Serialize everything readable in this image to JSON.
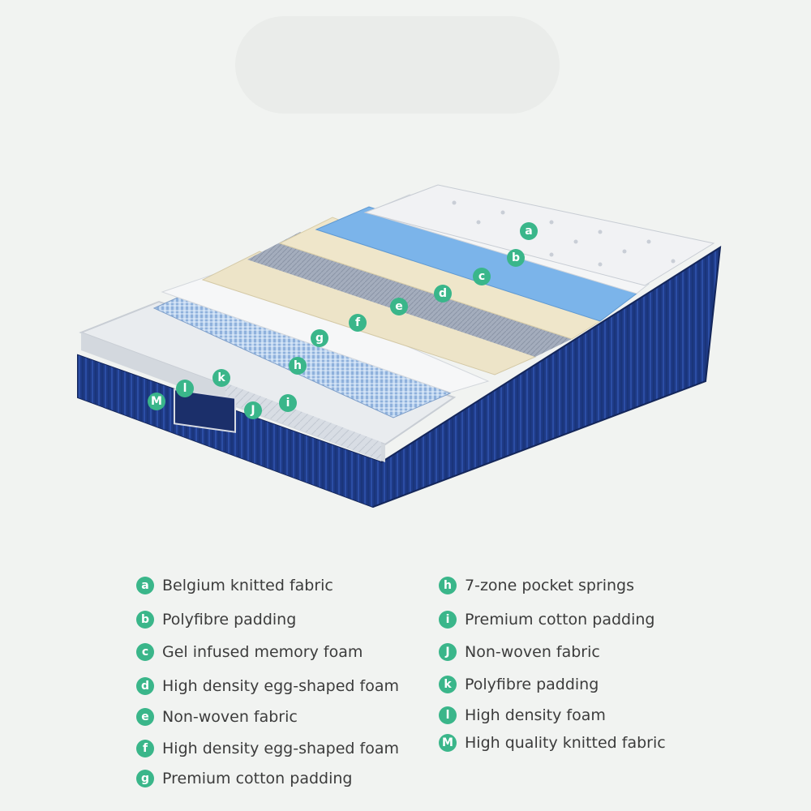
{
  "colors": {
    "marker": "#3ab68a",
    "marker_text": "#ffffff",
    "cover_blue": "#1e3a86",
    "memory_foam_blue": "#7bb4ea",
    "top_fabric": "#eef0f2",
    "egg_foam": "#ede4c8",
    "grey_fabric": "#9aa3b3",
    "springs": "#a9c7ea"
  },
  "layers": [
    {
      "letter": "a",
      "label": "Belgium knitted fabric"
    },
    {
      "letter": "b",
      "label": "Polyfibre padding"
    },
    {
      "letter": "c",
      "label": "Gel infused memory foam"
    },
    {
      "letter": "d",
      "label": "High density egg-shaped foam"
    },
    {
      "letter": "e",
      "label": "Non-woven fabric"
    },
    {
      "letter": "f",
      "label": "High density egg-shaped foam"
    },
    {
      "letter": "g",
      "label": "Premium cotton padding"
    },
    {
      "letter": "h",
      "label": "7-zone pocket springs"
    },
    {
      "letter": "i",
      "label": "Premium cotton padding"
    },
    {
      "letter": "J",
      "label": "Non-woven fabric"
    },
    {
      "letter": "k",
      "label": "Polyfibre padding"
    },
    {
      "letter": "l",
      "label": "High density foam"
    },
    {
      "letter": "M",
      "label": "High quality knitted fabric"
    }
  ]
}
